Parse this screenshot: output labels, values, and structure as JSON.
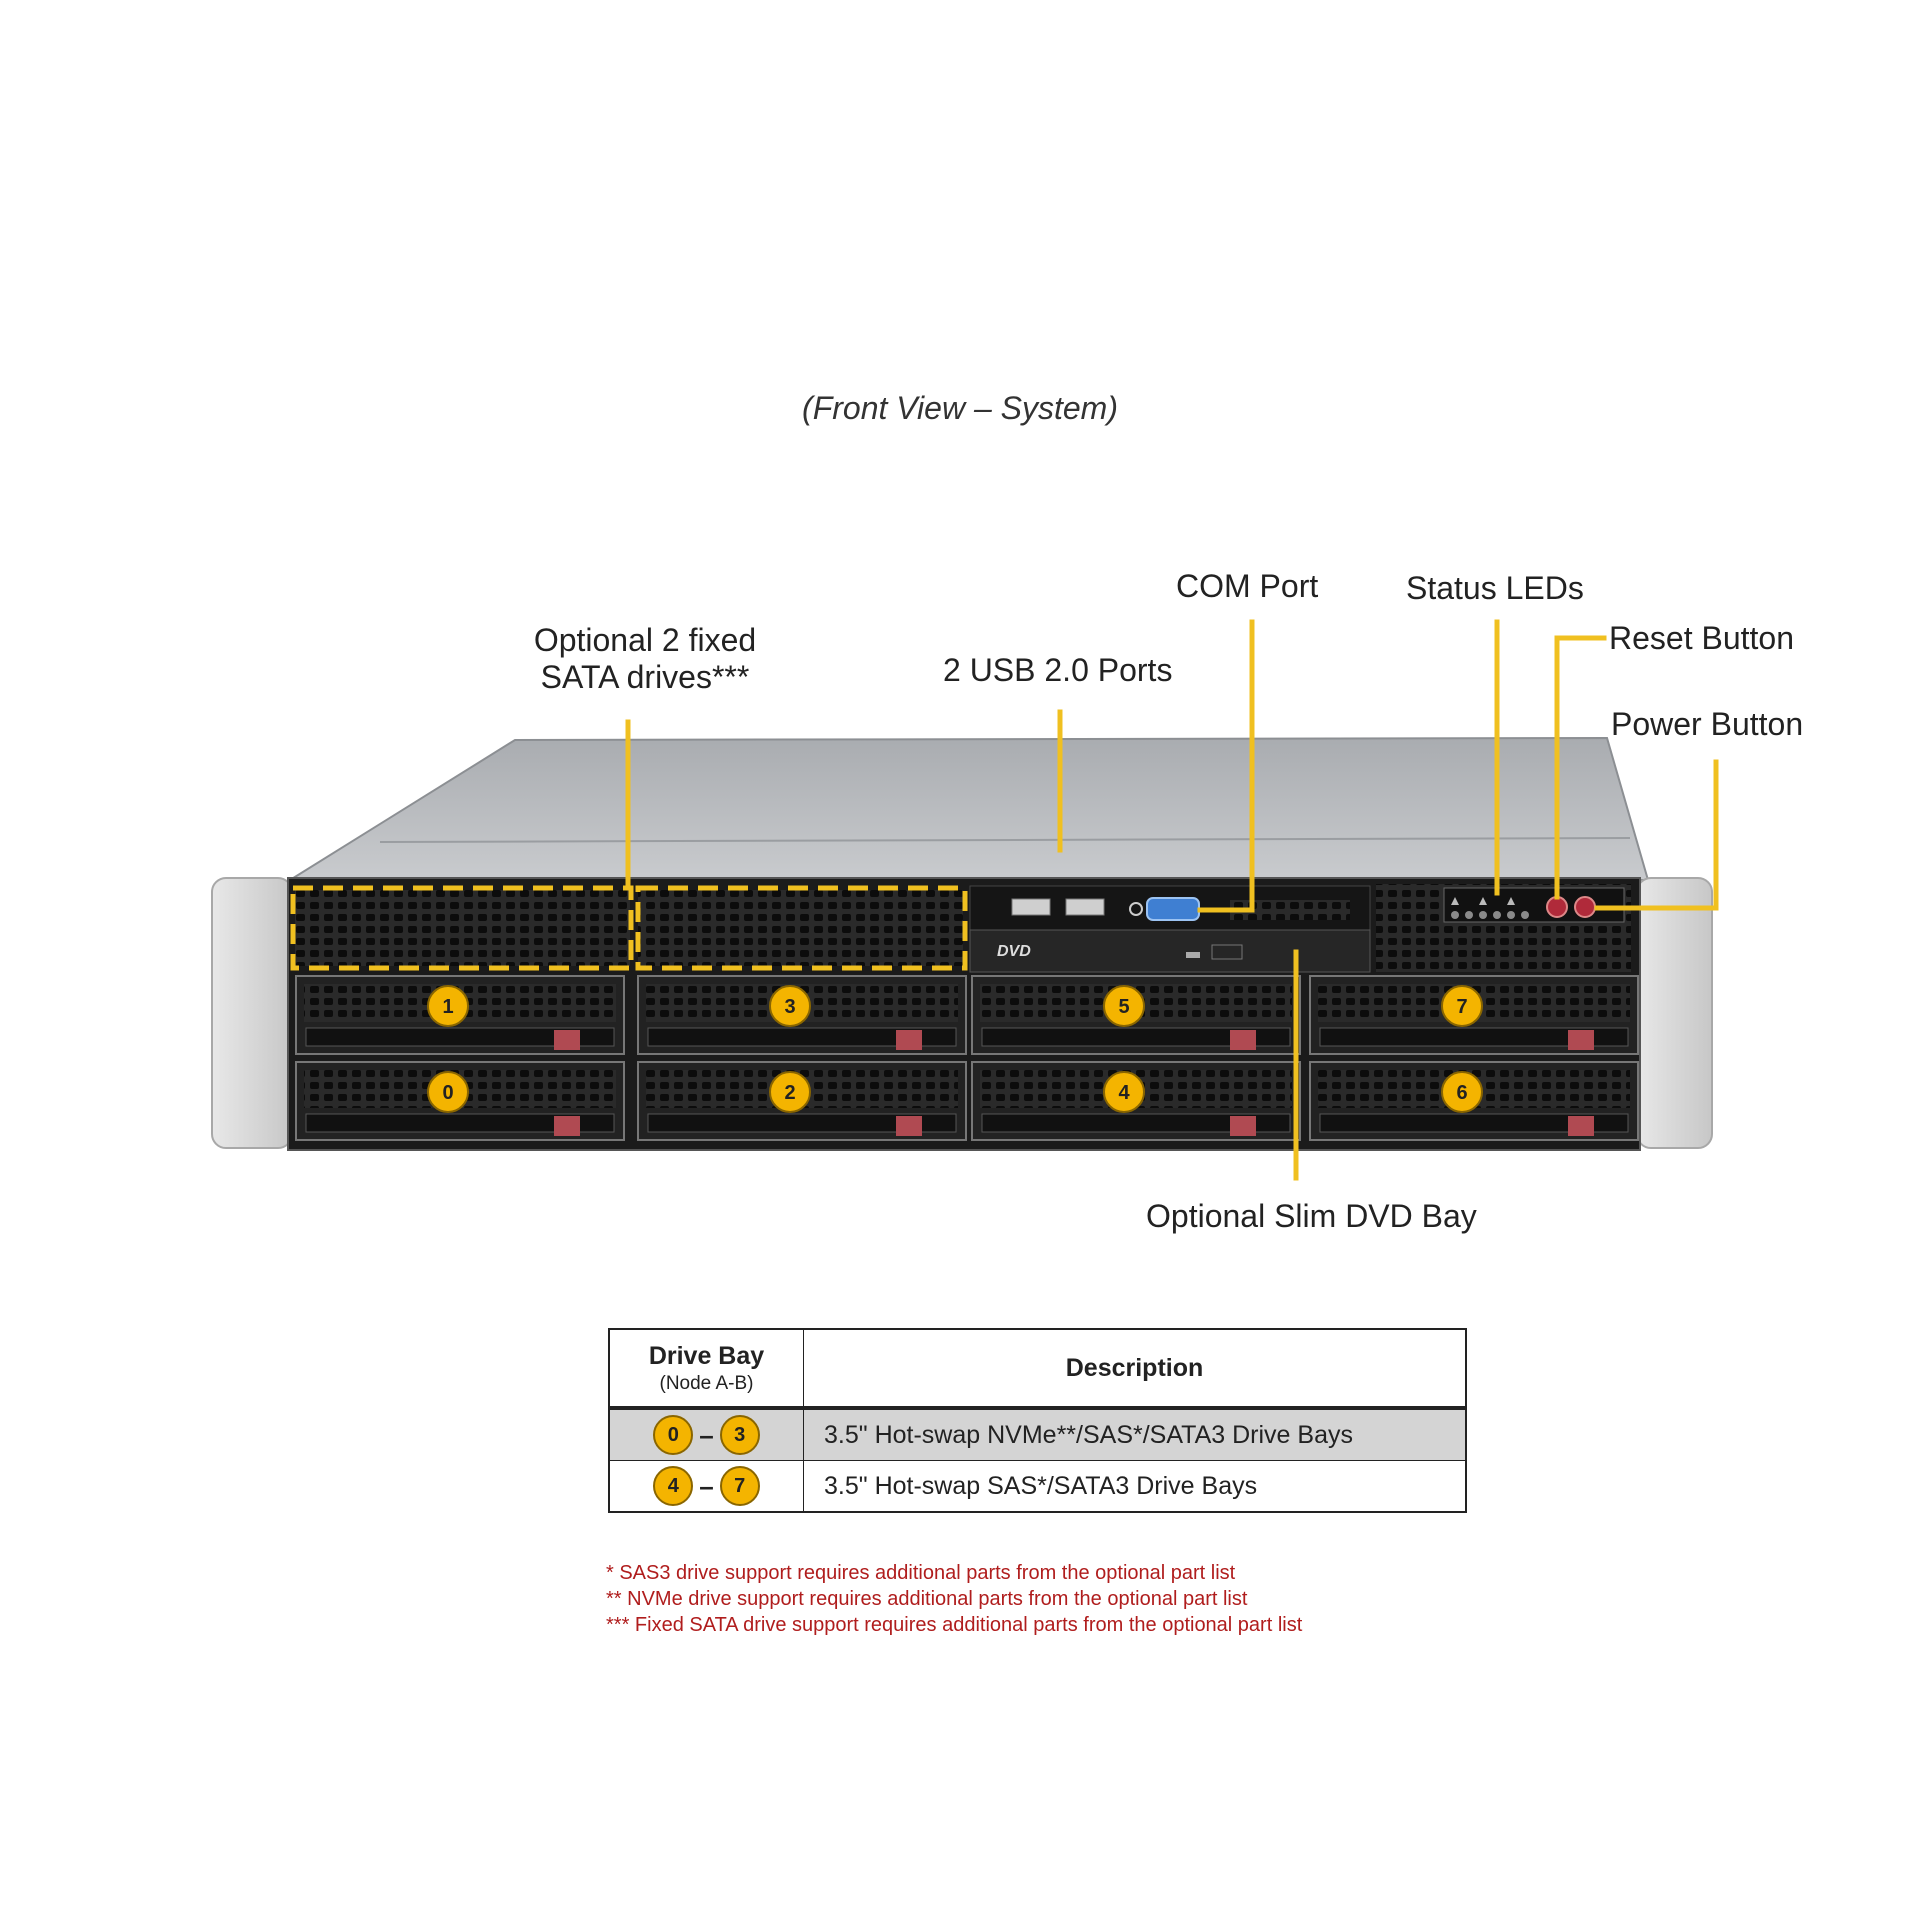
{
  "view_title": "(Front View – System)",
  "callouts": {
    "fixed_sata": [
      "Optional 2 fixed",
      "SATA drives***"
    ],
    "usb": "2 USB 2.0 Ports",
    "com": "COM Port",
    "status": "Status LEDs",
    "reset": "Reset Button",
    "power": "Power Button",
    "dvd_bay": "Optional Slim DVD Bay"
  },
  "chassis": {
    "dvd_logo": "DVD",
    "bays_top": [
      "1",
      "3",
      "5",
      "7"
    ],
    "bays_bottom": [
      "0",
      "2",
      "4",
      "6"
    ]
  },
  "table": {
    "headers": {
      "bay": "Drive Bay",
      "bay_sub": "(Node A-B)",
      "desc": "Description"
    },
    "rows": [
      {
        "from": "0",
        "dash": "–",
        "to": "3",
        "description": "3.5\" Hot-swap NVMe**/SAS*/SATA3 Drive  Bays"
      },
      {
        "from": "4",
        "dash": "–",
        "to": "7",
        "description": "3.5\" Hot-swap SAS*/SATA3 Drive  Bays"
      }
    ]
  },
  "footnotes": [
    "* SAS3 drive support requires additional parts from the optional part list",
    "** NVMe  drive support requires additional parts from the optional part list",
    "*** Fixed  SATA drive support requires additional parts from the optional part list"
  ],
  "colors": {
    "callout_line": "#f0c020",
    "badge_fill": "#f4b400",
    "footnote": "#b01d1d",
    "table_shade": "#d4d4d4"
  }
}
